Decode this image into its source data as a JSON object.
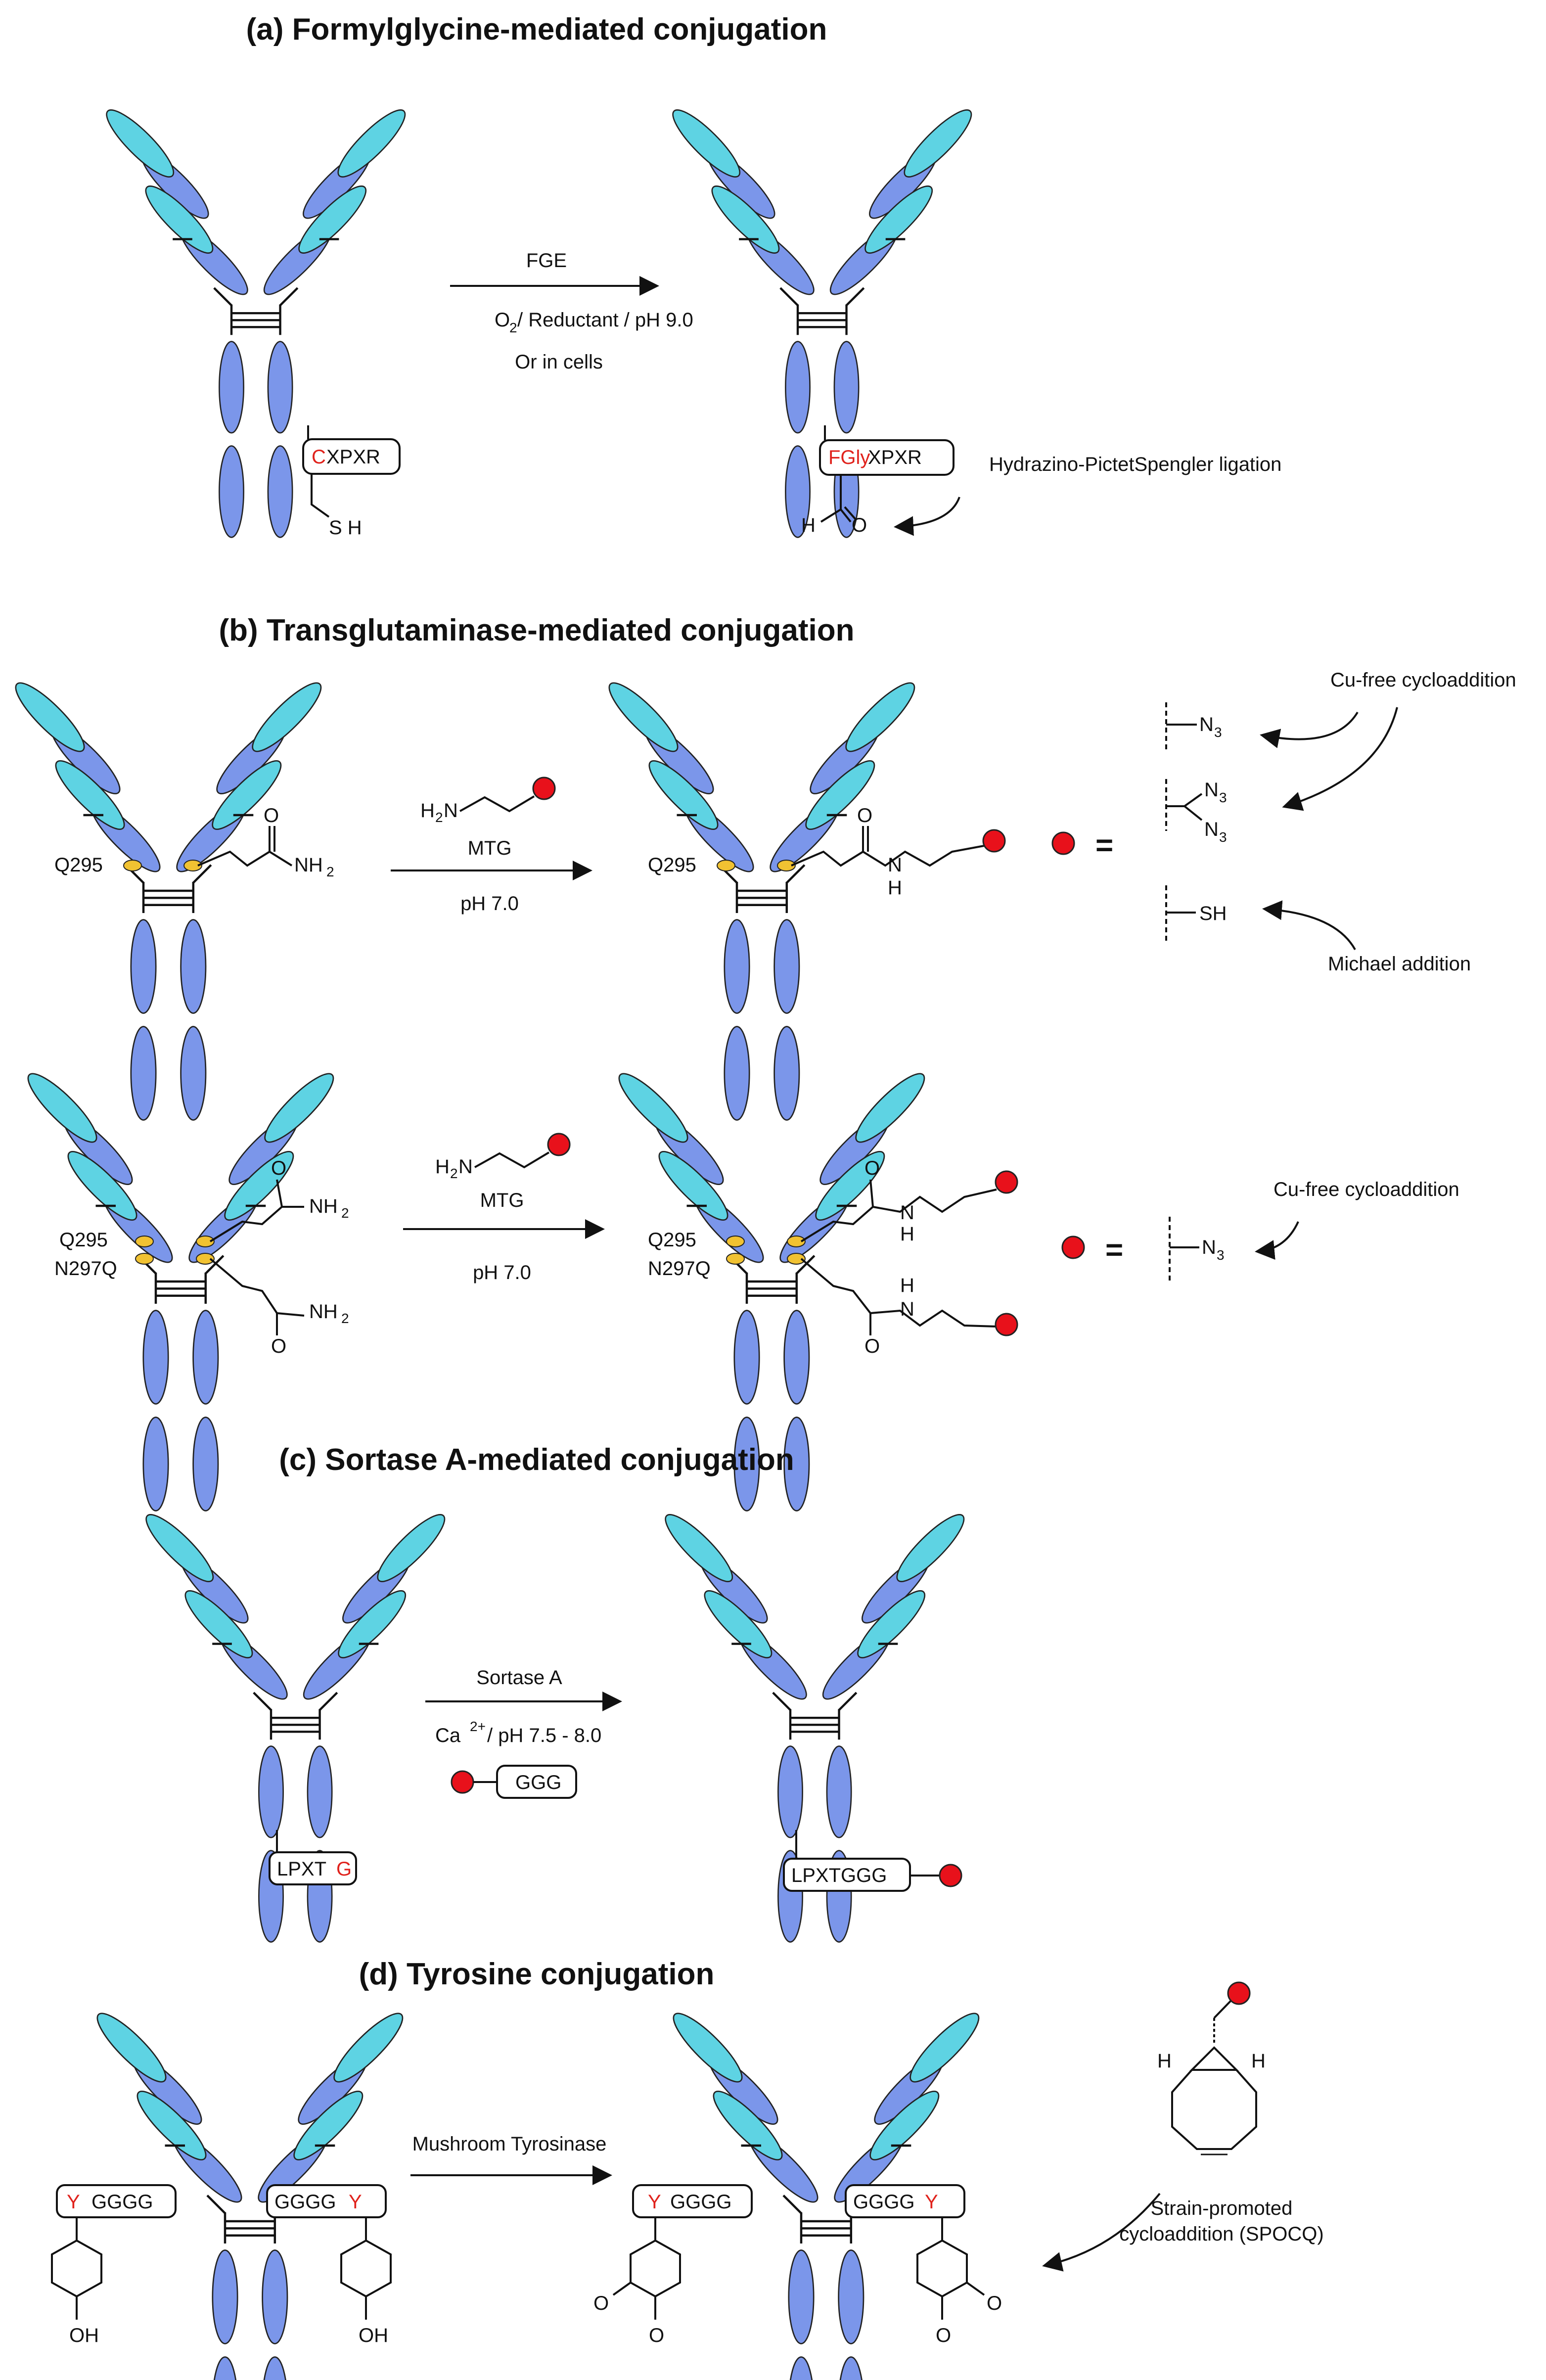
{
  "sections": {
    "a": {
      "title": "(a) Formylglycine-mediated conjugation",
      "arrow_top": "FGE",
      "cond_o": "O",
      "cond_o_sub": "2",
      "cond_rest": " / Reductant / pH 9.0",
      "cond_2": "Or in cells",
      "tag_left_red": "C",
      "tag_left_black": "XPXR",
      "sh": "S H",
      "tag_right_red": "FGly",
      "tag_right_black": " XPXR",
      "aldehyde_h": "H",
      "aldehyde_o": "O",
      "ligation": "Hydrazino-PictetSpengler ligation"
    },
    "b": {
      "title": "(b) Transglutaminase-mediated conjugation",
      "q295": "Q295",
      "n297q": "N297Q",
      "amide_nh": "NH",
      "amide_sub": "2",
      "amide_o": "O",
      "reagent_h": "H",
      "reagent_sub": "2",
      "reagent_n": "N",
      "mtg": "MTG",
      "ph": "pH 7.0",
      "n": "N",
      "h": "H",
      "equals": "=",
      "azide": "N",
      "azide_sub": "3",
      "thiol": "SH",
      "cu_free": "Cu-free cycloaddition",
      "michael": "Michael addition"
    },
    "c": {
      "title": "(c) Sortase A-mediated conjugation",
      "enzyme": "Sortase A",
      "cond_ca": "Ca ",
      "cond_sup": "2+",
      "cond_rest": "/ pH 7.5 - 8.0",
      "ggg": "GGG",
      "tag_left_black": "LPXT ",
      "tag_left_red": "G",
      "tag_right": "LPXTGGG"
    },
    "d": {
      "title": "(d) Tyrosine conjugation",
      "enzyme": "Mushroom Tyrosinase",
      "y": "Y",
      "gggg": "GGGG",
      "oh": "OH",
      "o": "O",
      "h": "H",
      "spocq_1": "Strain-promoted",
      "spocq_2": "cycloaddition (SPOCQ)"
    }
  },
  "colors": {
    "heavy_chain": "#7b96ea",
    "light_chain": "#5ed3e3",
    "glutamine": "#f1c232",
    "payload": "#e8111b",
    "highlight_text": "#e0221c"
  }
}
